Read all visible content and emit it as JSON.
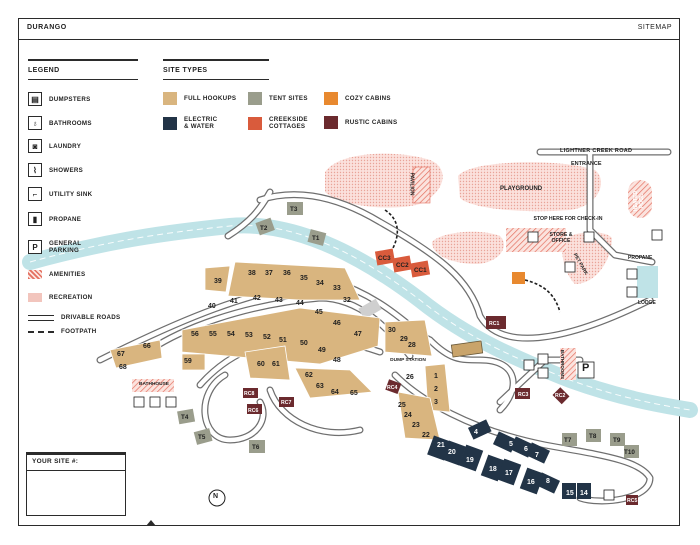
{
  "header": {
    "park_name": "DURANGO",
    "sitemap_label": "SITEMAP"
  },
  "colors": {
    "full_hookups": "#d9b57f",
    "tent_sites": "#9a9d8c",
    "cozy_cabins": "#e8892f",
    "electric_water": "#223447",
    "creekside_cottages": "#d95b3c",
    "rustic_cabins": "#6b2a2e",
    "amenity_hatch": "#e46f5f",
    "recreation": "#f2c5bd",
    "river": "#bfe3e7",
    "road": "#6f6f6f"
  },
  "legend": {
    "title": "LEGEND",
    "items": [
      {
        "icon": "dumpster-icon",
        "glyph": "▤",
        "label": "DUMPSTERS"
      },
      {
        "icon": "toilet-icon",
        "glyph": "♁",
        "label": "BATHROOMS"
      },
      {
        "icon": "washer-icon",
        "glyph": "◙",
        "label": "LAUNDRY"
      },
      {
        "icon": "shower-icon",
        "glyph": "⌇",
        "label": "SHOWERS"
      },
      {
        "icon": "faucet-icon",
        "glyph": "⌐",
        "label": "UTILITY SINK"
      },
      {
        "icon": "propane-tank-icon",
        "glyph": "▮",
        "label": "PROPANE"
      },
      {
        "icon": "parking-icon",
        "glyph": "P",
        "label": "GENERAL PARKING"
      },
      {
        "label": "AMENITIES"
      },
      {
        "label": "RECREATION"
      },
      {
        "label": "DRIVABLE ROADS"
      },
      {
        "label": "FOOTPATH"
      }
    ]
  },
  "site_types": {
    "title": "SITE TYPES",
    "items": [
      {
        "label": "FULL HOOKUPS"
      },
      {
        "label": "TENT SITES"
      },
      {
        "label": "COZY CABINS"
      },
      {
        "label": "ELECTRIC & WATER"
      },
      {
        "label": "CREEKSIDE COTTAGES"
      },
      {
        "label": "RUSTIC CABINS"
      }
    ]
  },
  "your_site": {
    "label": "YOUR SITE #:"
  },
  "map_labels": {
    "road_name": "LIGHTNER CREEK ROAD",
    "entrance": "ENTRANCE",
    "playground": "PLAYGROUND",
    "pavilion": "PAVILION",
    "heated_pool": "HEATED POOL",
    "check_in": "STOP HERE FOR CHECK-IN",
    "store_office": "STORE & OFFICE",
    "pet_park": "PET PARK",
    "propane": "PROPANE",
    "lodge": "LODGE",
    "dump_station": "DUMP STATION",
    "bathhouse": "BATHHOUSE",
    "bathrooms_vertical": "BATHROOMS",
    "parking_glyph": "P",
    "north": "N"
  },
  "sites": {
    "full_hookups": [
      "1",
      "2",
      "3",
      "22",
      "23",
      "24",
      "25",
      "26",
      "28",
      "29",
      "30",
      "32",
      "33",
      "34",
      "35",
      "36",
      "37",
      "38",
      "39",
      "40",
      "41",
      "42",
      "43",
      "44",
      "45",
      "46",
      "47",
      "48",
      "49",
      "50",
      "51",
      "52",
      "53",
      "54",
      "55",
      "56",
      "59",
      "60",
      "61",
      "62",
      "63",
      "64",
      "65",
      "66",
      "67",
      "68"
    ],
    "electric_water": [
      "4",
      "5",
      "6",
      "7",
      "8",
      "14",
      "15",
      "16",
      "17",
      "18",
      "19",
      "20",
      "21"
    ],
    "tent_sites": [
      "T1",
      "T2",
      "T3",
      "T4",
      "T5",
      "T6",
      "T7",
      "T8",
      "T9",
      "T10"
    ],
    "creekside_cottages": [
      "CC1",
      "CC2",
      "CC3"
    ],
    "rustic_cabins": [
      "RC1",
      "RC2",
      "RC3",
      "RC4",
      "RC5",
      "RC6",
      "RC7",
      "RC8"
    ]
  }
}
